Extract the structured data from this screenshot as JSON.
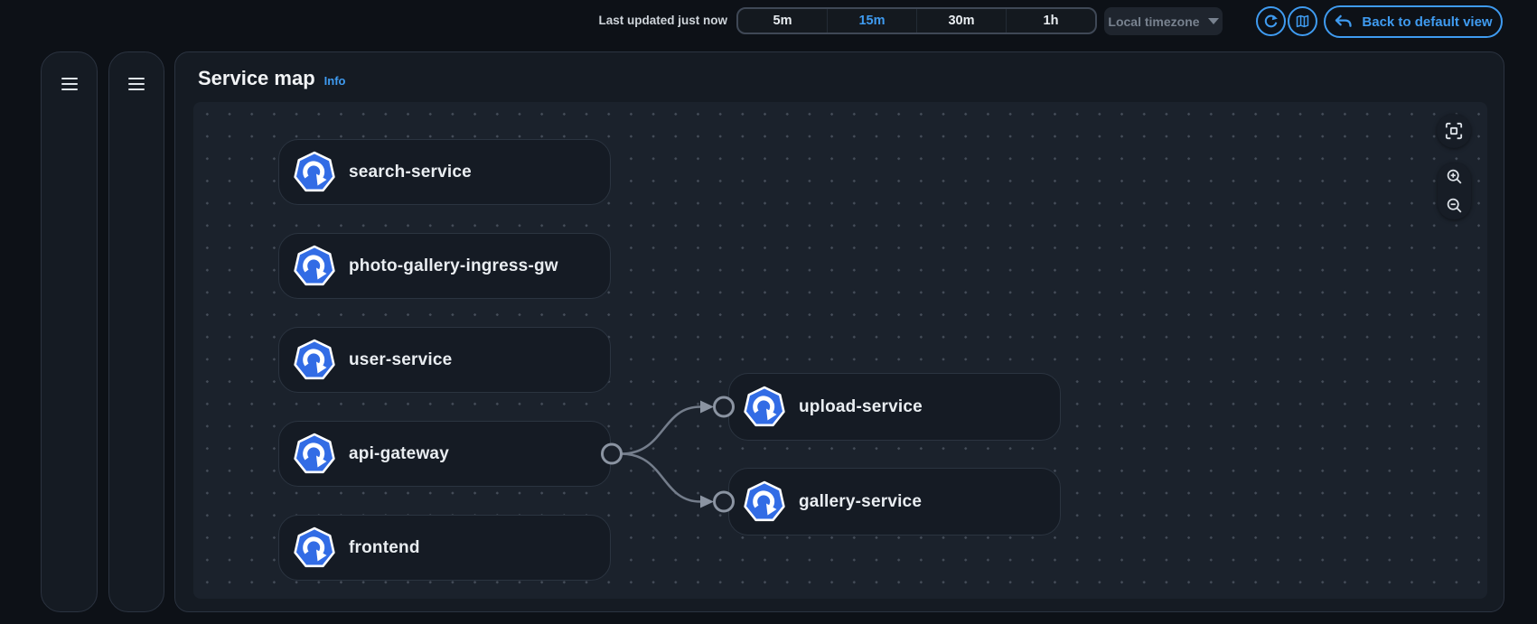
{
  "header": {
    "last_updated": "Last updated just now",
    "time_ranges": [
      {
        "label": "5m",
        "selected": false
      },
      {
        "label": "15m",
        "selected": true
      },
      {
        "label": "30m",
        "selected": false
      },
      {
        "label": "1h",
        "selected": false
      }
    ],
    "timezone_select": {
      "value": "Local timezone",
      "disabled": true
    },
    "back_button": {
      "label": "Back to default view"
    }
  },
  "panel": {
    "title": "Service map",
    "info_link": "Info"
  },
  "service_map": {
    "nodes": [
      {
        "label": "search-service",
        "col": "left",
        "row": 0
      },
      {
        "label": "photo-gallery-ingress-gw",
        "col": "left",
        "row": 1
      },
      {
        "label": "user-service",
        "col": "left",
        "row": 2
      },
      {
        "label": "api-gateway",
        "col": "left",
        "row": 3
      },
      {
        "label": "frontend",
        "col": "left",
        "row": 4
      },
      {
        "label": "upload-service",
        "col": "right",
        "row": 0
      },
      {
        "label": "gallery-service",
        "col": "right",
        "row": 1
      }
    ],
    "edges": [
      {
        "from": "api-gateway",
        "to": "upload-service"
      },
      {
        "from": "api-gateway",
        "to": "gallery-service"
      }
    ]
  },
  "colors": {
    "accent_blue": "#3f9bf0",
    "kubernetes_blue": "#326ce5",
    "edge_gray": "#747d8b",
    "map_background": "#1b222c",
    "panel_background": "#151b23"
  }
}
